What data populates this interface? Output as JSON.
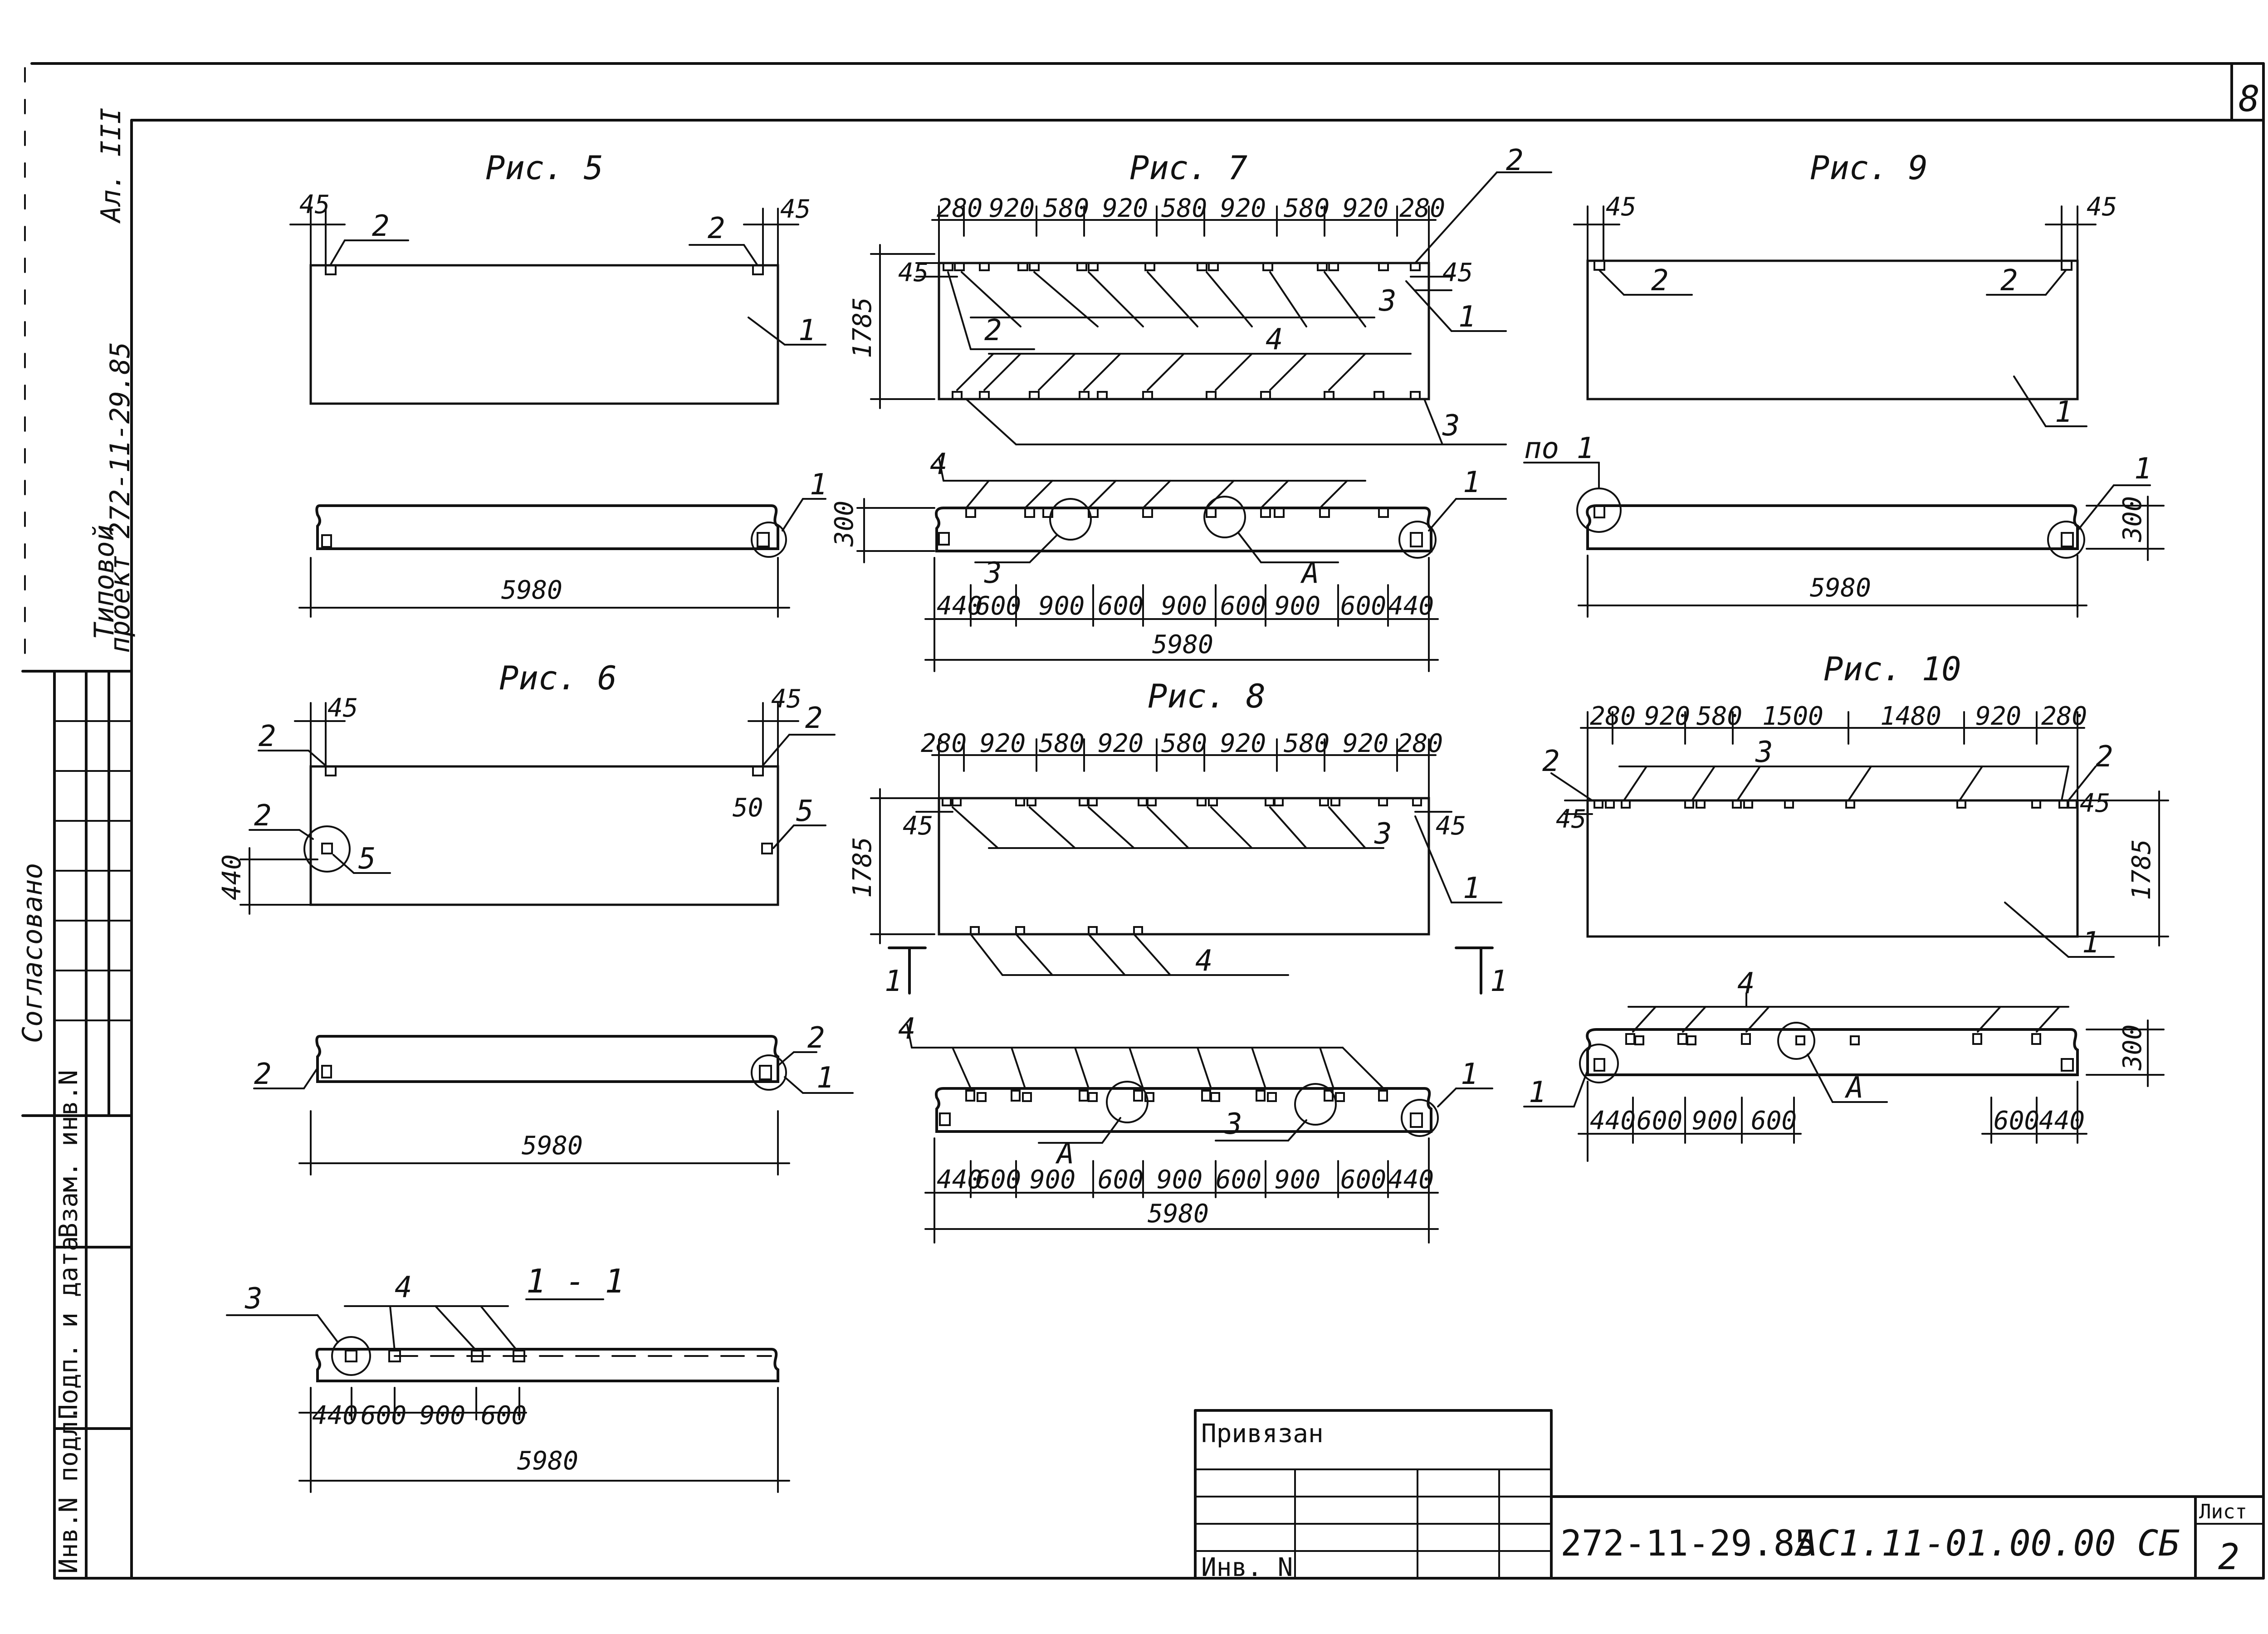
{
  "sheet": {
    "project_code": "272-11-29.85",
    "drawing_code": "АС1.11-01.00.00 СБ",
    "sheet_label": "Лист",
    "sheet_number": "2",
    "corner_number": "8",
    "album": "Ал. III",
    "tipovoy": "Типовой",
    "proekt": "проект 272-11-29.85",
    "soglasovano": "Согласовано",
    "privyazan": "Привязан",
    "inv_n": "Инв. N",
    "side_inv_podl": "Инв.N подл.",
    "side_podp_data": "Подп. и дата",
    "side_vzam_inv": "Взам. инв.N"
  },
  "fig5": {
    "title": "Рис. 5",
    "d45_left": "45",
    "d45_right": "45",
    "lbl2_left": "2",
    "lbl2_right": "2",
    "lbl1_plan": "1",
    "lbl1_side": "1",
    "length": "5980"
  },
  "fig6": {
    "title": "Рис. 6",
    "d45_left": "45",
    "d45_right": "45",
    "lbl2_top_left": "2",
    "lbl2_top_right": "2",
    "lbl2_mid": "2",
    "lbl5_left": "5",
    "lbl5_right": "5",
    "d50": "50",
    "d440": "440",
    "lbl2_side_left": "2",
    "lbl2_side_right": "2",
    "lbl1_side": "1",
    "length": "5980"
  },
  "fig7": {
    "title": "Рис. 7",
    "top_dims": [
      "280",
      "920",
      "580",
      "920",
      "580",
      "920",
      "580",
      "920",
      "280"
    ],
    "d45_left": "45",
    "d45_right": "45",
    "height": "1785",
    "lbl2_top": "2",
    "lbl2_in": "2",
    "lbl3_in": "3",
    "lbl1_plan": "1",
    "lbl4_mid": "4",
    "lbl3_bottom": "3",
    "lbl4_side": "4",
    "lbl1_side": "1",
    "d300": "300",
    "lbl3_side": "3",
    "lblA_side": "А",
    "bottom_dims": [
      "440",
      "600",
      "900",
      "600",
      "900",
      "600",
      "900",
      "600",
      "440"
    ],
    "length": "5980"
  },
  "fig8": {
    "title": "Рис. 8",
    "top_dims": [
      "280",
      "920",
      "580",
      "920",
      "580",
      "920",
      "580",
      "920",
      "280"
    ],
    "d45_left": "45",
    "d45_right": "45",
    "height": "1785",
    "lbl3_in": "3",
    "lbl1_plan": "1",
    "lbl4_bottom": "4",
    "section_left": "1",
    "section_right": "1",
    "lbl4_side": "4",
    "lbl1_side": "1",
    "lblA_side": "А",
    "lbl3_side": "3",
    "bottom_dims": [
      "440",
      "600",
      "900",
      "600",
      "900",
      "600",
      "900",
      "600",
      "440"
    ],
    "length": "5980"
  },
  "fig9": {
    "title": "Рис. 9",
    "d45_left": "45",
    "d45_right": "45",
    "lbl2_left": "2",
    "lbl2_right": "2",
    "lbl1_plan": "1",
    "po1": "по 1",
    "lbl1_side": "1",
    "d300": "300",
    "length": "5980"
  },
  "fig10": {
    "title": "Рис. 10",
    "top_dims": [
      "280",
      "920",
      "580",
      "1500",
      "1480",
      "920",
      "280"
    ],
    "lbl2_left": "2",
    "lbl3_top": "3",
    "lbl2_right": "2",
    "d45_left": "45",
    "d45_right": "45",
    "height": "1785",
    "lbl1_plan": "1",
    "lbl4_side": "4",
    "lbl1_side": "1",
    "lblA_side": "А",
    "d300": "300",
    "bottom_dims_left": [
      "440",
      "600",
      "900",
      "600"
    ],
    "bottom_dims_right": [
      "600",
      "440"
    ]
  },
  "section": {
    "title": "1 - 1",
    "lbl3": "3",
    "lbl4": "4",
    "bottom_dims": [
      "440",
      "600",
      "900",
      "600"
    ],
    "length": "5980"
  }
}
